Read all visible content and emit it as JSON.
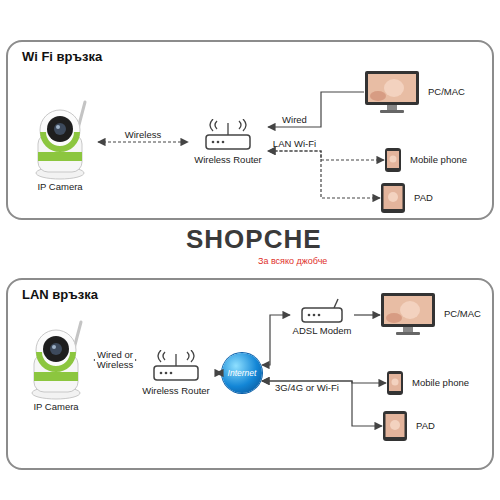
{
  "diagram": {
    "nodes": [
      {
        "text": [
          "Wi Fi връзка"
        ]
      },
      {
        "text": [
          "IP Camera"
        ],
        "in": 0
      },
      {
        "text": [
          "Wireless Router"
        ],
        "in": 0
      },
      {
        "text": [
          "PC/MAC"
        ],
        "in": 0
      },
      {
        "text": [
          "Mobile phone"
        ],
        "in": 0
      },
      {
        "text": [
          "PAD"
        ],
        "in": 0
      },
      {
        "text": [
          "LAN връзка"
        ]
      },
      {
        "text": [
          "IP Camera"
        ],
        "in": 6
      },
      {
        "text": [
          "Wireless Router"
        ],
        "in": 6
      },
      {
        "text": [
          "Internet"
        ],
        "in": 6
      },
      {
        "text": [
          "ADSL Modem"
        ],
        "in": 6
      },
      {
        "text": [
          "PC/MAC"
        ],
        "in": 6
      },
      {
        "text": [
          "Mobile phone"
        ],
        "in": 6
      },
      {
        "text": [
          "PAD"
        ],
        "in": 6
      }
    ],
    "edges": [
      {
        "from": 1,
        "to": 2,
        "label": "Wireless",
        "arrow": "both"
      },
      {
        "from": 3,
        "to": 2,
        "label": "Wired",
        "arrow": "to"
      },
      {
        "from": 4,
        "to": 2,
        "label": "LAN Wi-Fi",
        "arrow": "both"
      },
      {
        "from": 5,
        "to": 2,
        "arrow": "both"
      },
      {
        "from": 7,
        "to": 8,
        "label": "Wired or Wireless",
        "arrow": "both"
      },
      {
        "from": 8,
        "to": 9,
        "arrow": "both"
      },
      {
        "from": 9,
        "to": 10,
        "arrow": "both"
      },
      {
        "from": 10,
        "to": 11,
        "arrow": "to"
      },
      {
        "from": 9,
        "to": 12,
        "label": "3G/4G or Wi-Fi",
        "arrow": "both"
      },
      {
        "from": 9,
        "to": 13,
        "arrow": "both"
      }
    ],
    "labels": [
      "SHOPCHE",
      "За всяко джобче"
    ]
  }
}
